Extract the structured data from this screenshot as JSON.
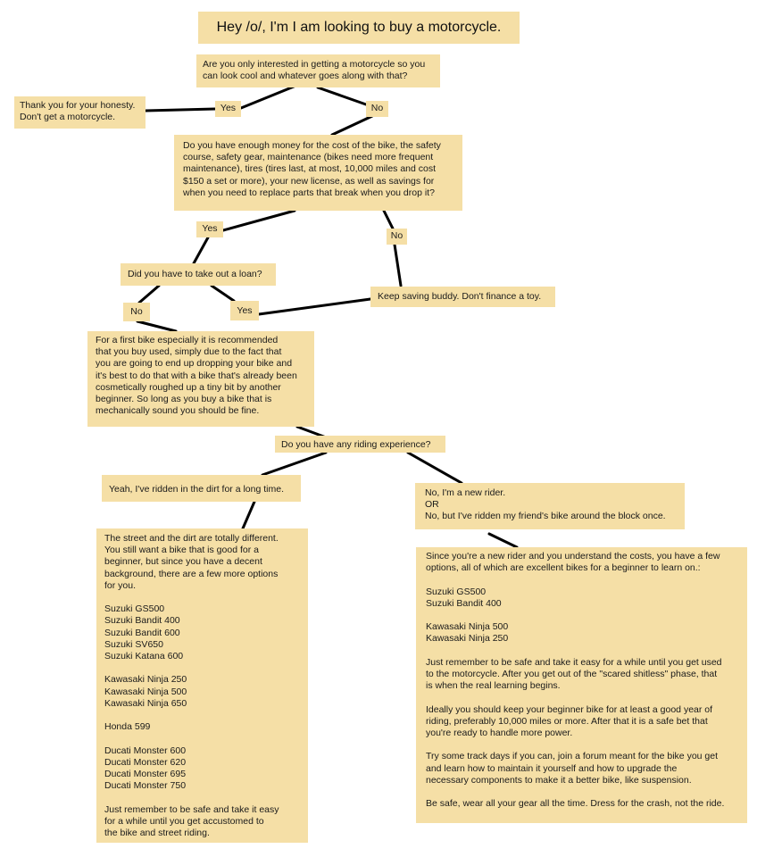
{
  "title": "Hey /o/, I'm I am looking to buy a motorcycle.",
  "nodes": {
    "q_look_cool": "Are you only interested in getting a motorcycle so you\ncan look cool and whatever goes along with that?",
    "ans_yes_1": "Yes",
    "ans_no_1": "No",
    "thank_you": "Thank you for your honesty.\nDon't get a motorcycle.",
    "q_money": "Do you have enough money for the cost of the bike, the safety\ncourse, safety gear, maintenance (bikes need more frequent\nmaintenance), tires (tires last, at most, 10,000 miles and cost\n$150 a set or more), your new license, as well as savings for\nwhen you need to replace parts that break when you drop it?",
    "ans_yes_2": "Yes",
    "ans_no_2": "No",
    "q_loan": "Did you have to take out a loan?",
    "ans_no_3": "No",
    "ans_yes_3": "Yes",
    "keep_saving": "Keep saving buddy. Don't finance a toy.",
    "buy_used": "For a first bike especially it is recommended\nthat you buy used, simply due to the fact that\nyou are going to end up dropping your bike and\nit's best to do that with a bike that's already been\ncosmetically roughed up a tiny bit by another\nbeginner. So long as you buy a bike that is\nmechanically sound you should be fine.",
    "q_experience": "Do you have any riding experience?",
    "ans_dirt": "Yeah, I've ridden in the dirt for a long time.",
    "ans_new": "No, I'm a new rider.\nOR\nNo, but I've ridden my friend's bike around the block once.",
    "dirt_advice": "The street and the dirt are totally different.\nYou still want a bike that is good for a\nbeginner, but since you have a decent\nbackground, there are a few more options\nfor you.\n\nSuzuki GS500\nSuzuki Bandit 400\nSuzuki Bandit 600\nSuzuki SV650\nSuzuki Katana 600\n\nKawasaki Ninja 250\nKawasaki Ninja 500\nKawasaki Ninja 650\n\nHonda 599\n\nDucati Monster 600\nDucati Monster 620\nDucati Monster 695\nDucati Monster 750\n\nJust remember to be safe and take it easy\nfor a while until you get accustomed to\nthe bike and street riding.",
    "new_advice": "Since you're a new rider and you understand the costs, you have a few\noptions, all of which are excellent bikes for a beginner to learn on.:\n\nSuzuki GS500\nSuzuki Bandit 400\n\nKawasaki Ninja 500\nKawasaki Ninja 250\n\nJust remember to be safe and take it easy for a while until you get used\nto the motorcycle. After you get out of the \"scared shitless\" phase, that\nis when the real learning begins.\n\nIdeally you should keep your beginner bike for at least a good year of\nriding, preferably 10,000 miles or more. After that it is a safe bet that\nyou're ready to handle more power.\n\nTry some track days if you can, join a forum meant for the bike you get\nand learn how to maintain it yourself and how to upgrade the\nnecessary components to make it a better bike, like suspension.\n\nBe safe, wear all your gear all the time. Dress for the crash, not the ride."
  },
  "colors": {
    "box_fill": "#f5dfa6",
    "connector": "#000000",
    "background": "#ffffff"
  }
}
